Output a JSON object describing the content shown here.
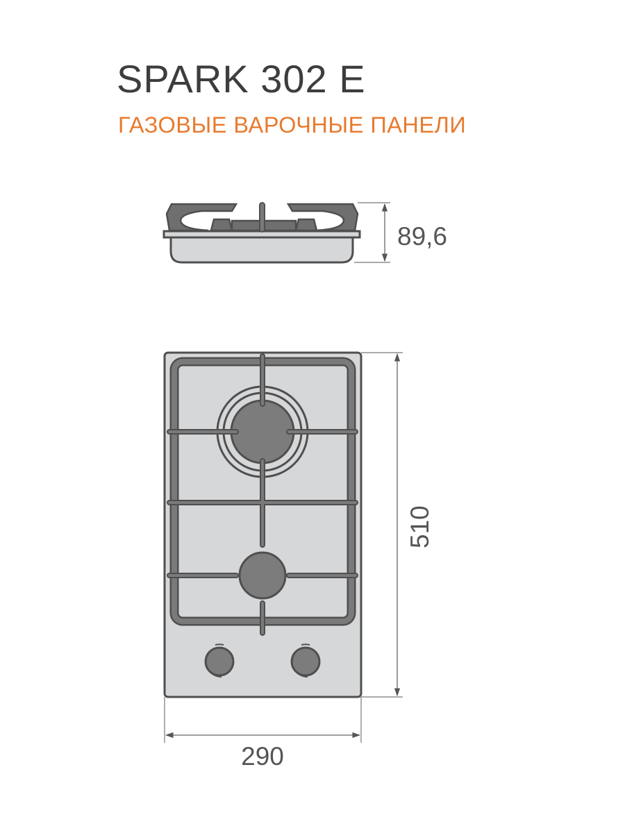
{
  "header": {
    "model_title": "SPARK 302 E",
    "category_subtitle": "ГАЗОВЫЕ ВАРОЧНЫЕ ПАНЕЛИ"
  },
  "side_view": {
    "height_dimension": "89,6"
  },
  "top_view": {
    "depth_dimension": "510",
    "width_dimension": "290",
    "burners": [
      {
        "name": "large-burner",
        "type": "triple-ring"
      },
      {
        "name": "small-burner",
        "type": "single"
      }
    ],
    "knobs": 2
  },
  "colors": {
    "title": "#3d3d3d",
    "subtitle": "#e87a2e",
    "outline": "#4f4f4f",
    "grate": "#7a7a7a",
    "surface": "#d6d7d9",
    "burner": "#7c7c7c",
    "dimension_line": "#666666"
  }
}
